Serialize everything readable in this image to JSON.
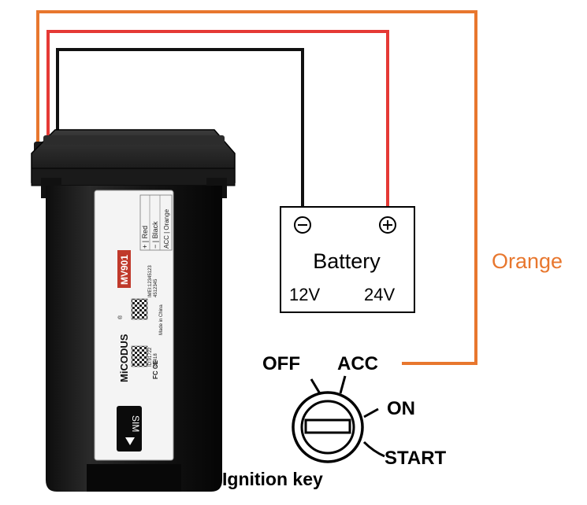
{
  "wires": {
    "orange_label": "Orange",
    "colors": {
      "orange": "#E8772E",
      "red": "#E53935",
      "black": "#111111"
    }
  },
  "battery": {
    "minus_symbol": "−",
    "plus_symbol": "+",
    "title": "Battery",
    "voltage_low": "12V",
    "voltage_high": "24V"
  },
  "ignition": {
    "pos_off": "OFF",
    "pos_acc": "ACC",
    "pos_on": "ON",
    "pos_start": "START",
    "caption": "Ignition key"
  },
  "device": {
    "brand": "MiCODUS",
    "registered": "®",
    "model": "MV901",
    "sim_label": "SIM",
    "wire_red": "+ | Red",
    "wire_black": "− | Black",
    "wire_acc": "ACC | Orange",
    "imei_line1": "IMEI:12345123",
    "imei_line2": "4512345",
    "id_line1": "ID:91722",
    "id_line2": "86418",
    "made_in": "Made in China",
    "cert_marks": "FC CE"
  }
}
